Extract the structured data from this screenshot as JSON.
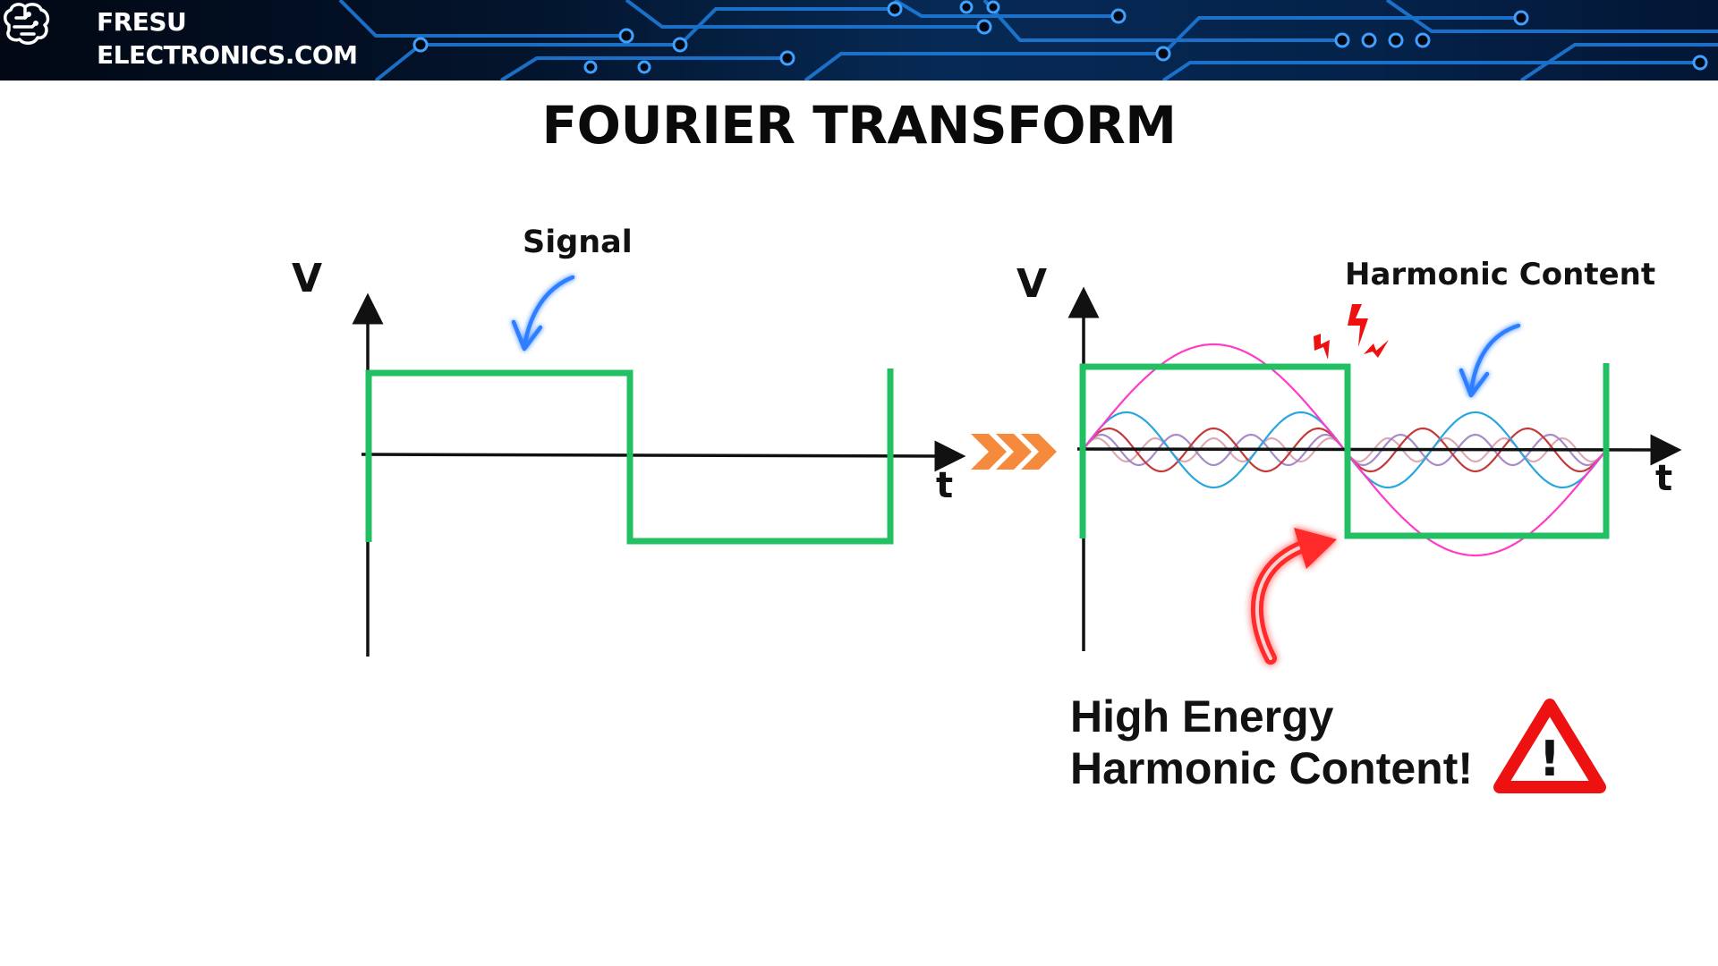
{
  "header": {
    "brand_line1": "FRESU",
    "brand_line2": "ELECTRONICS.COM",
    "logo_icon": "brain-circuit-icon"
  },
  "title": "FOURIER TRANSFORM",
  "left_graph": {
    "y_label": "V",
    "x_label": "t",
    "callout": "Signal",
    "signal_color": "#22c063"
  },
  "right_graph": {
    "y_label": "V",
    "x_label": "t",
    "callout": "Harmonic Content",
    "signal_color": "#22c063",
    "harmonic_colors": [
      "#ff3cc8",
      "#2aa6de",
      "#c43a3a",
      "#9b7fc2",
      "#d89aa8"
    ]
  },
  "transition_icon": "triple-chevron-right-icon",
  "warning": {
    "line1": "High Energy",
    "line2": "Harmonic Content!",
    "icon": "warning-triangle-icon",
    "icon_text": "!",
    "accent": "#ee1111"
  }
}
